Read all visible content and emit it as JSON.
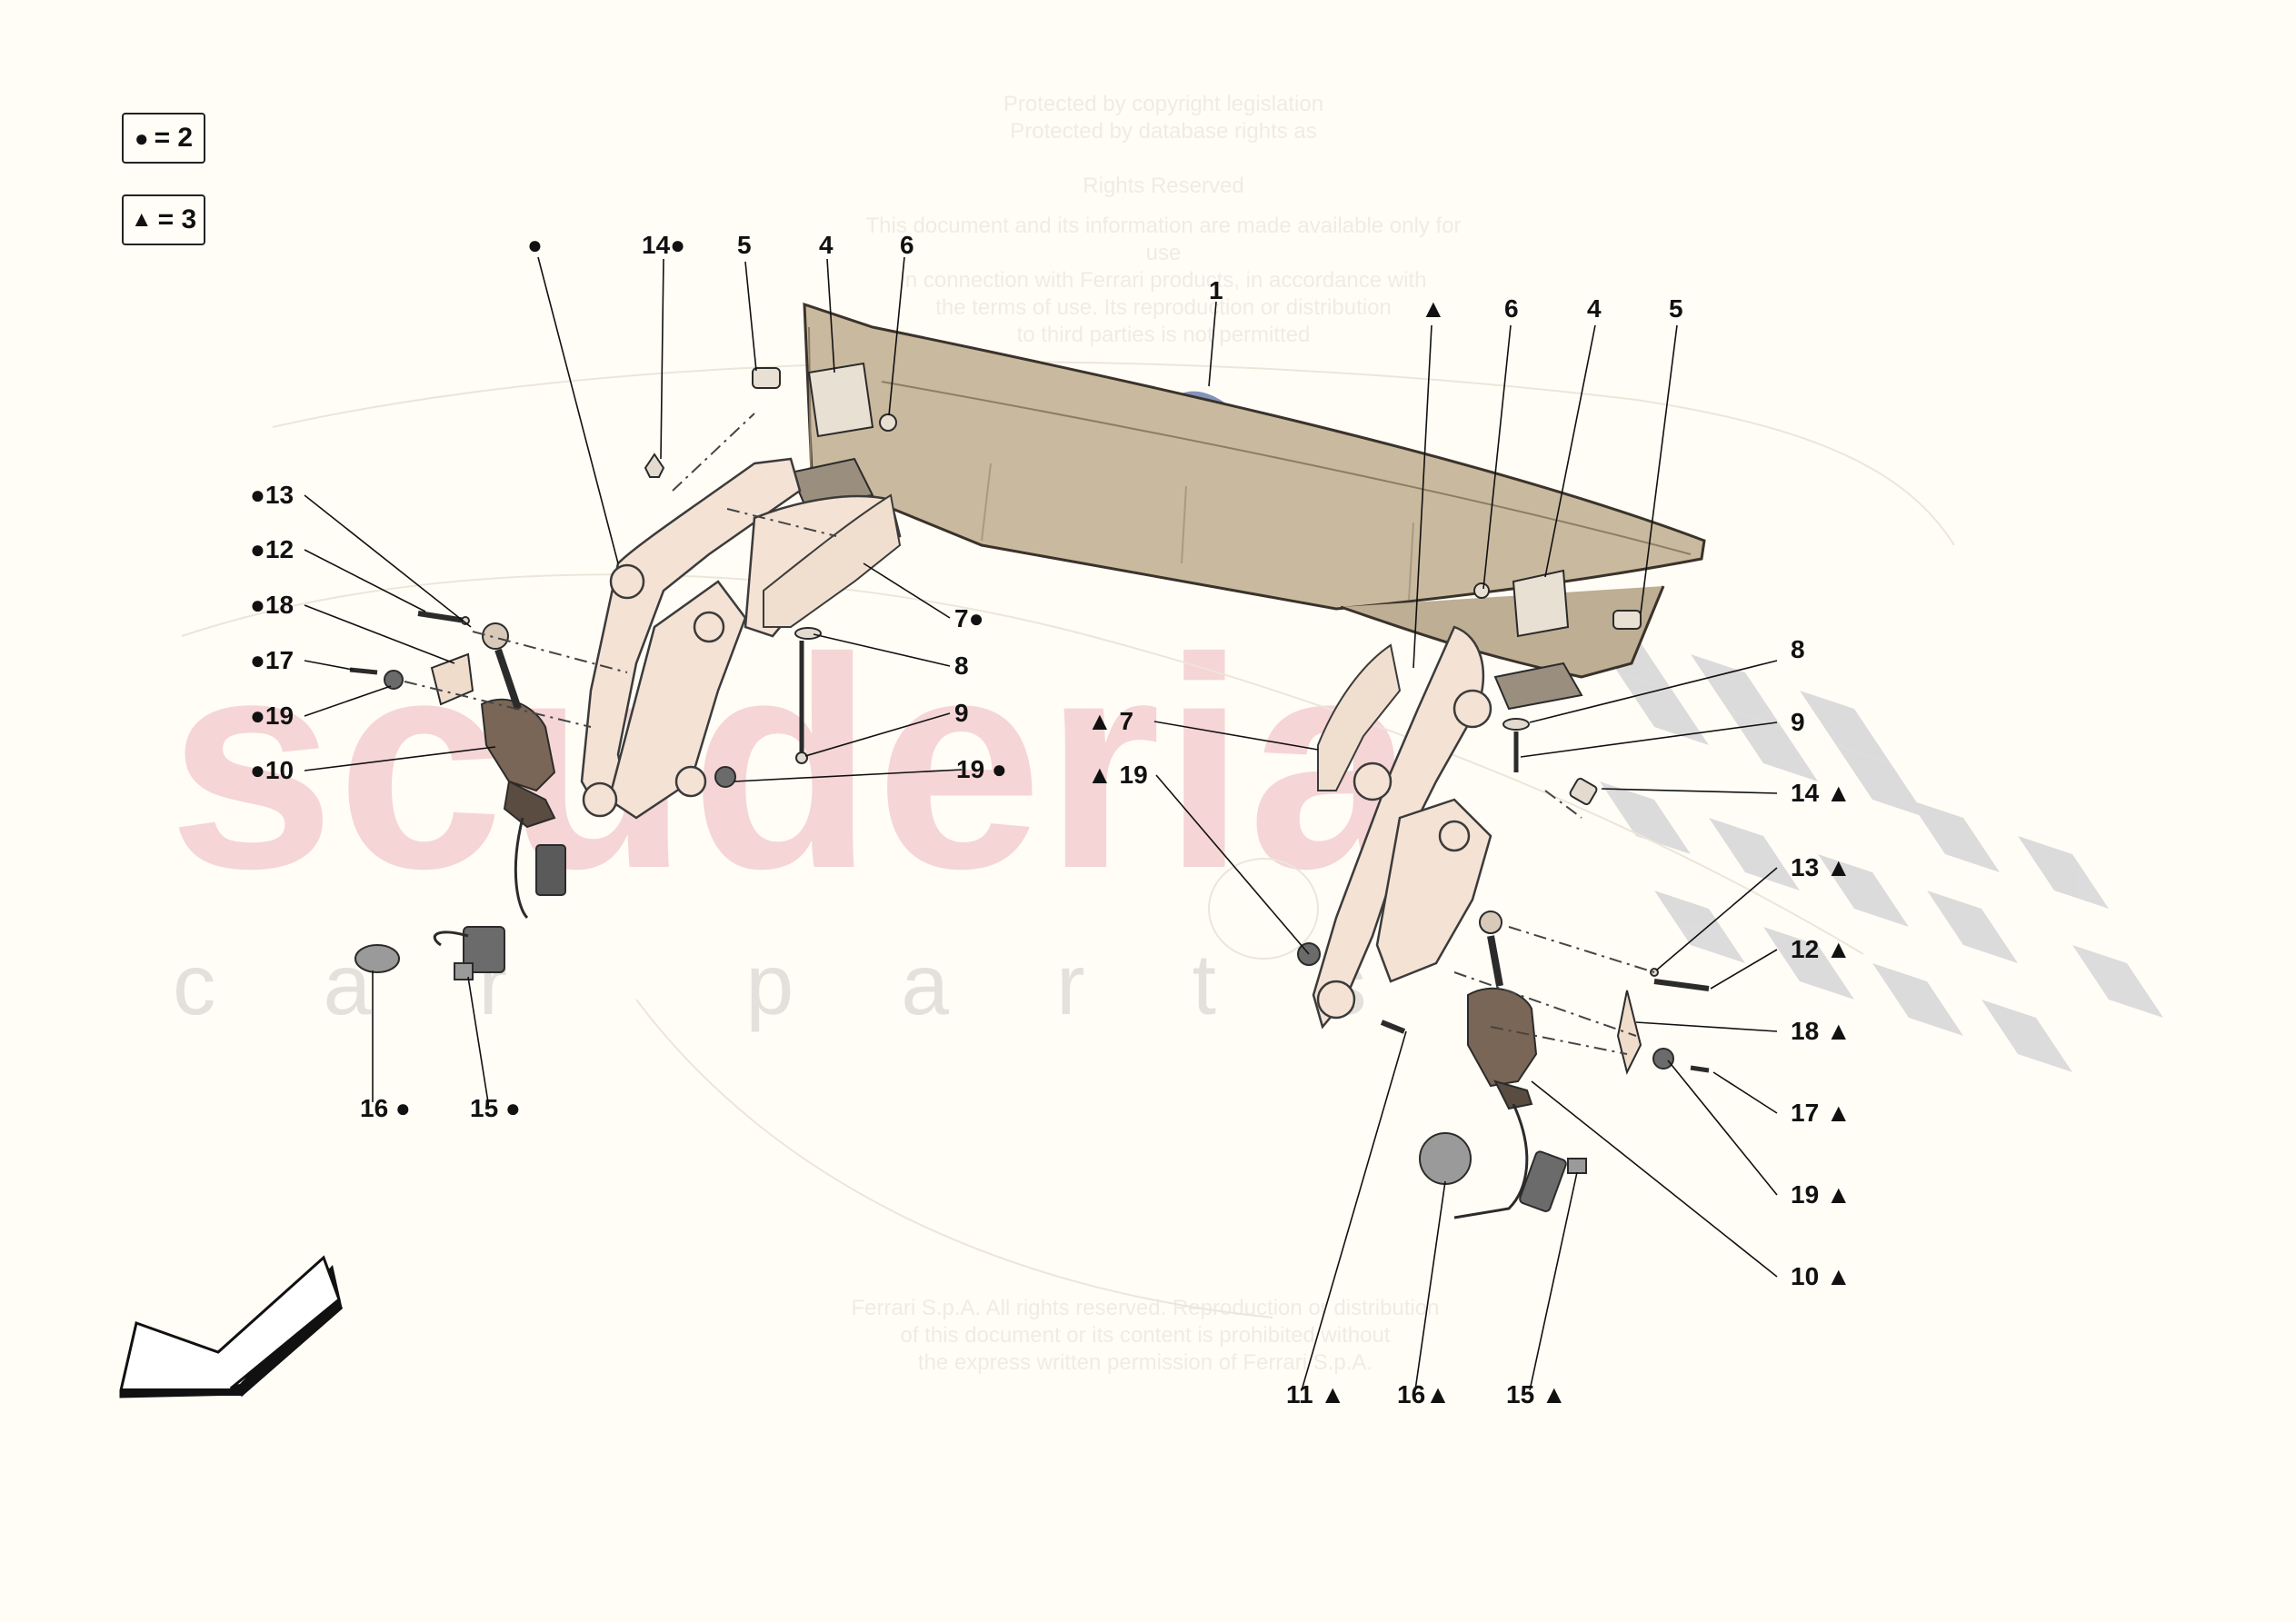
{
  "legend": [
    {
      "symbol": "●",
      "text": "= 2"
    },
    {
      "symbol": "▲",
      "text": "= 3"
    }
  ],
  "watermark": {
    "main": "scuderia",
    "sub": "car parts"
  },
  "copyright_top": [
    "Protected by copyright legislation",
    "Protected by database rights as",
    "Rights Reserved",
    "This document and its information are made available only for use",
    "in connection with Ferrari products, in accordance with",
    "the terms of use. Its reproduction or distribution",
    "to third parties is not permitted"
  ],
  "copyright_bottom": [
    "Ferrari S.p.A. All rights reserved. Reproduction or distribution",
    "of this document or its content is prohibited without",
    "the express written permission of Ferrari S.p.A."
  ],
  "callouts": [
    {
      "id": "c-dot-top",
      "text": "●"
    },
    {
      "id": "c14-left",
      "text": "14●"
    },
    {
      "id": "c5-left",
      "text": "5"
    },
    {
      "id": "c4-left",
      "text": "4"
    },
    {
      "id": "c6-left",
      "text": "6"
    },
    {
      "id": "c1",
      "text": "1"
    },
    {
      "id": "c-tri-top",
      "text": "▲"
    },
    {
      "id": "c6-right",
      "text": "6"
    },
    {
      "id": "c4-right",
      "text": "4"
    },
    {
      "id": "c5-right",
      "text": "5"
    },
    {
      "id": "c13-left",
      "text": "●13"
    },
    {
      "id": "c12-left",
      "text": "●12"
    },
    {
      "id": "c18-left",
      "text": "●18"
    },
    {
      "id": "c17-left",
      "text": "●17"
    },
    {
      "id": "c19-left",
      "text": "●19"
    },
    {
      "id": "c10-left",
      "text": "●10"
    },
    {
      "id": "c7-left",
      "text": "7●"
    },
    {
      "id": "c8-left",
      "text": "8"
    },
    {
      "id": "c9-left",
      "text": "9"
    },
    {
      "id": "c19-mid",
      "text": "19 ●"
    },
    {
      "id": "c7-right",
      "text": "▲  7"
    },
    {
      "id": "c19-right",
      "text": "▲ 19"
    },
    {
      "id": "c8-right",
      "text": "8"
    },
    {
      "id": "c9-right",
      "text": "9"
    },
    {
      "id": "c14-right",
      "text": "14 ▲"
    },
    {
      "id": "c13-right",
      "text": "13 ▲"
    },
    {
      "id": "c12-right",
      "text": "12 ▲"
    },
    {
      "id": "c18-right",
      "text": "18 ▲"
    },
    {
      "id": "c17-right",
      "text": "17 ▲"
    },
    {
      "id": "c19-right2",
      "text": "19 ▲"
    },
    {
      "id": "c10-right",
      "text": "10 ▲"
    },
    {
      "id": "c16-left",
      "text": "16 ●"
    },
    {
      "id": "c15-left",
      "text": "15 ●"
    },
    {
      "id": "c11-right",
      "text": "11 ▲"
    },
    {
      "id": "c16-right",
      "text": "16▲"
    },
    {
      "id": "c15-right",
      "text": "15 ▲"
    }
  ],
  "colors": {
    "spoiler": "#c9b99e",
    "spoiler_edge": "#3a332b",
    "bracket": "#f4e2d4",
    "actuator": "#6d5a4c",
    "checker": "#d4d4d6",
    "lion": "#5b6fa6"
  },
  "icons": {
    "direction_arrow": "arrow-down-left-icon",
    "brand_logo": "prancing-horse-icon"
  }
}
